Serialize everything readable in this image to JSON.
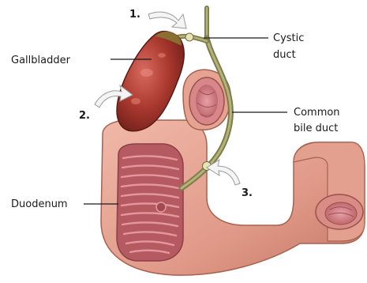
{
  "labels": {
    "gallbladder": "Gallbladder",
    "cystic_line1": "Cystic",
    "cystic_line2": "duct",
    "common_line1": "Common",
    "common_line2": "bile duct",
    "duodenum": "Duodenum"
  },
  "markers": {
    "m1": "1.",
    "m2": "2.",
    "m3": "3."
  },
  "colors": {
    "intestine": "#e7a494",
    "intestine_shadow": "#b9695e",
    "mucosa": "#c9717a",
    "gallbladder": "#a8372e",
    "bile_duct": "#8a8a55"
  }
}
